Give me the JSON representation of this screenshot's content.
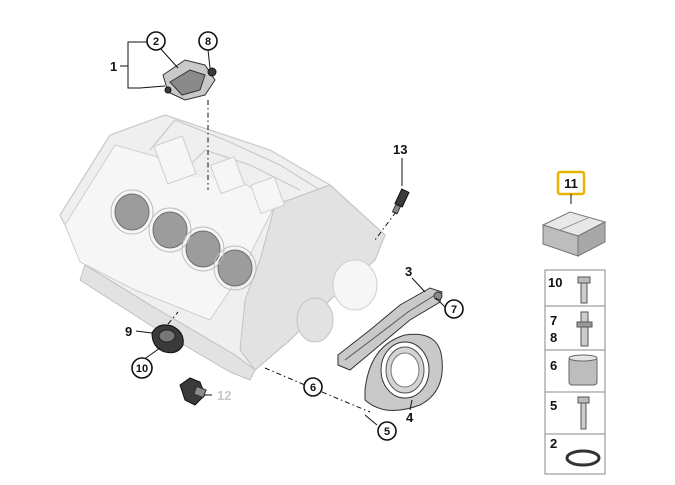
{
  "callouts": {
    "c1": "1",
    "c2": "2",
    "c3": "3",
    "c4": "4",
    "c5": "5",
    "c6": "6",
    "c7": "7",
    "c8": "8",
    "c9": "9",
    "c10": "10",
    "c11": "11",
    "c12": "12",
    "c13": "13"
  },
  "side_panel": {
    "row_10": "10",
    "row_7": "7",
    "row_8": "8",
    "row_6": "6",
    "row_5": "5",
    "row_2": "2"
  },
  "colors": {
    "highlight": "#e8b400",
    "block_fill": "#efefef",
    "part_fill": "#8a8a8a",
    "greyed_label": "#c8c8c8"
  },
  "icons": {
    "engine_block": "engine-block-icon",
    "repair_kit_box": "repair-kit-box-icon"
  }
}
